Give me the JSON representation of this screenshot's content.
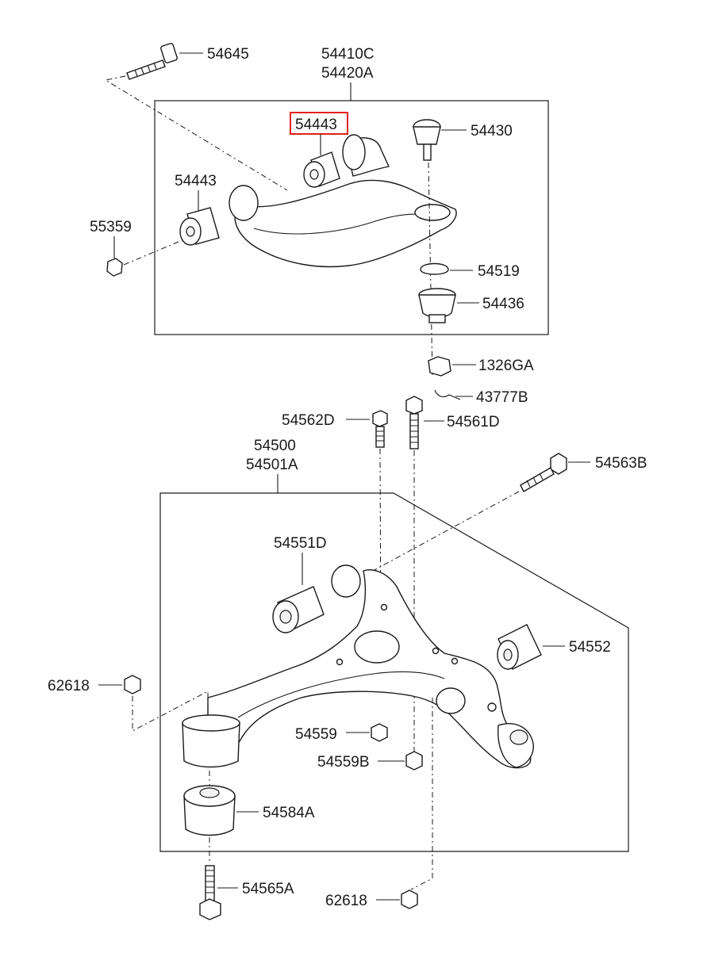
{
  "colors": {
    "highlight": "#e0201b",
    "line": "#1a1a1a",
    "background": "#ffffff"
  },
  "upper_arm": {
    "assembly_label_1": "54410C",
    "assembly_label_2": "54420A",
    "bolt_label": "54645",
    "bushing_highlighted_label": "54443",
    "bushing_label": "54443",
    "nut_label": "55359",
    "ball_joint_label": "54430",
    "snap_ring_label": "54519",
    "dust_cover_label": "54436",
    "castle_nut_label": "1326GA",
    "cotter_pin_label": "43777B"
  },
  "lower_arm": {
    "bolt_left_label": "54562D",
    "bolt_right_label": "54561D",
    "assembly_label_1": "54500",
    "assembly_label_2": "54501A",
    "bolt_side_label": "54563B",
    "bushing_front_label": "54551D",
    "bushing_side_label": "54552",
    "nut_left_label": "62618",
    "nut_inner_label": "54559",
    "nut_inner_b_label": "54559B",
    "bushing_rear_label": "54584A",
    "bolt_bottom_label": "54565A",
    "nut_bottom_label": "62618"
  }
}
